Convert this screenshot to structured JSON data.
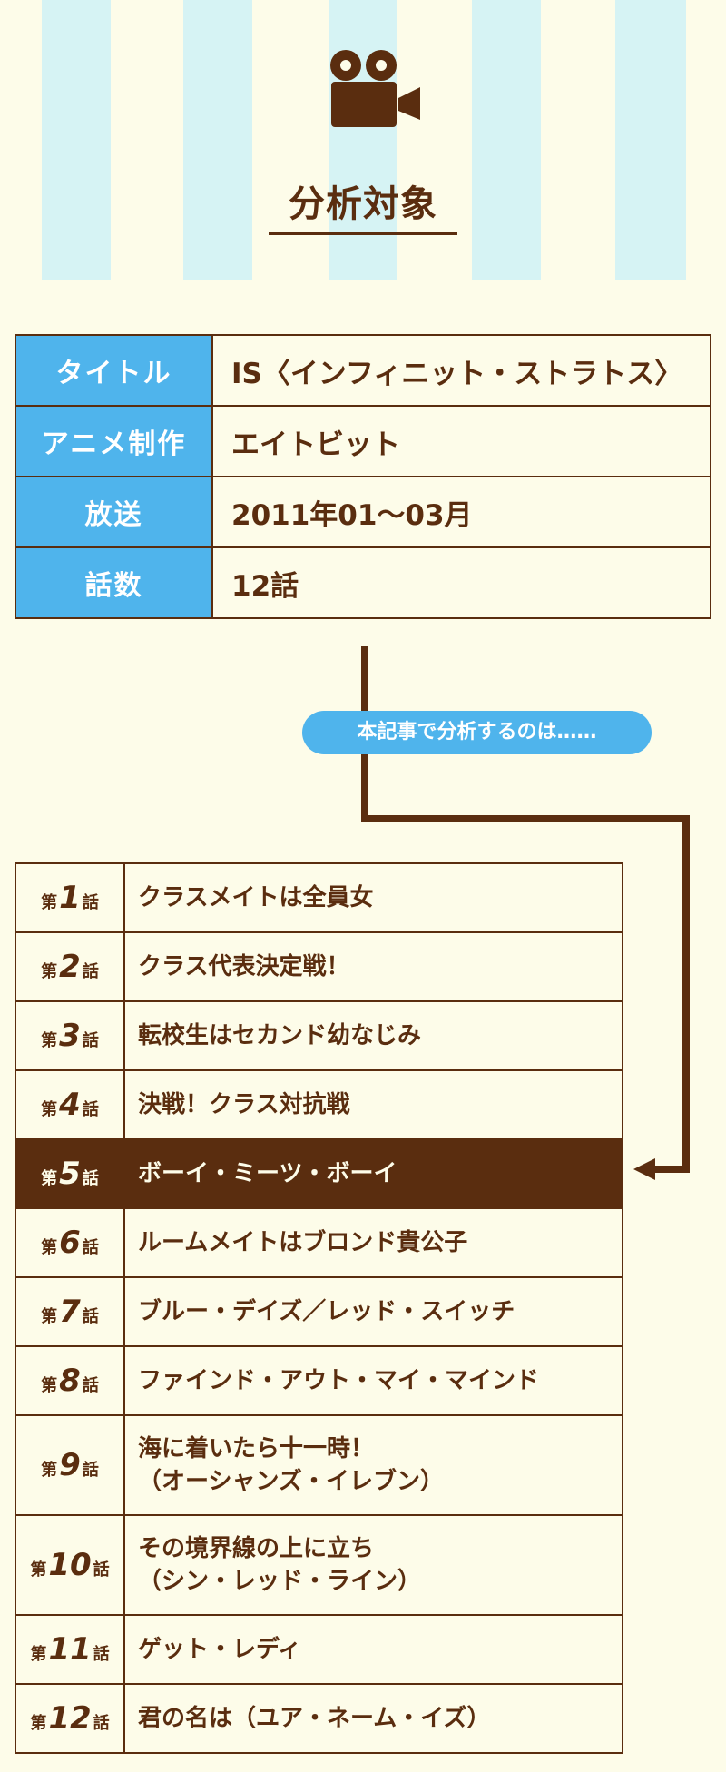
{
  "header": {
    "title": "分析対象",
    "icon": "movie-camera-icon"
  },
  "colors": {
    "brown": "#5a2d0f",
    "blue": "#4fb4ec",
    "stripe": "#d6f3f4",
    "background": "#fdfce9"
  },
  "info": [
    {
      "key": "タイトル",
      "value": "IS〈インフィニット・ストラトス〉"
    },
    {
      "key": "アニメ制作",
      "value": "エイトビット"
    },
    {
      "key": "放送",
      "value": "2011年01〜03月"
    },
    {
      "key": "話数",
      "value": "12話"
    }
  ],
  "callout": "本記事で分析するのは……",
  "episode_prefix": "第",
  "episode_suffix": "話",
  "episodes": [
    {
      "num": "1",
      "title": "クラスメイトは全員女"
    },
    {
      "num": "2",
      "title": "クラス代表決定戦！"
    },
    {
      "num": "3",
      "title": "転校生はセカンド幼なじみ"
    },
    {
      "num": "4",
      "title": "決戦！クラス対抗戦"
    },
    {
      "num": "5",
      "title": "ボーイ・ミーツ・ボーイ"
    },
    {
      "num": "6",
      "title": "ルームメイトはブロンド貴公子"
    },
    {
      "num": "7",
      "title": "ブルー・デイズ／レッド・スイッチ"
    },
    {
      "num": "8",
      "title": "ファインド・アウト・マイ・マインド"
    },
    {
      "num": "9",
      "title": "海に着いたら十一時！",
      "title2": "（オーシャンズ・イレブン）"
    },
    {
      "num": "10",
      "title": "その境界線の上に立ち",
      "title2": "（シン・レッド・ライン）"
    },
    {
      "num": "11",
      "title": "ゲット・レディ"
    },
    {
      "num": "12",
      "title": "君の名は（ユア・ネーム・イズ）"
    }
  ],
  "highlighted_episode": 5
}
